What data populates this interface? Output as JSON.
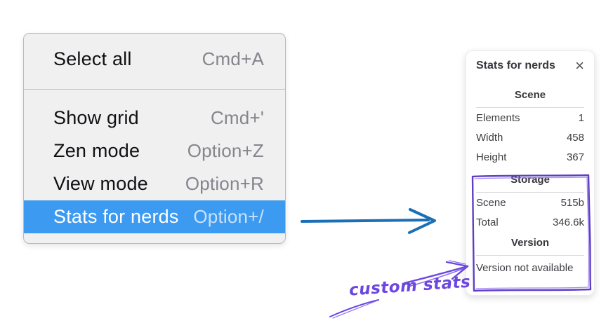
{
  "menu": {
    "items": [
      {
        "label": "Select all",
        "shortcut": "Cmd+A"
      },
      {
        "label": "Show grid",
        "shortcut": "Cmd+'"
      },
      {
        "label": "Zen mode",
        "shortcut": "Option+Z"
      },
      {
        "label": "View mode",
        "shortcut": "Option+R"
      },
      {
        "label": "Stats for nerds",
        "shortcut": "Option+/"
      }
    ],
    "selected_item": "Stats for nerds"
  },
  "stats_panel": {
    "title": "Stats for nerds",
    "close_icon": "×",
    "scene_section": {
      "header": "Scene",
      "rows": [
        {
          "label": "Elements",
          "value": "1"
        },
        {
          "label": "Width",
          "value": "458"
        },
        {
          "label": "Height",
          "value": "367"
        }
      ]
    },
    "storage_section": {
      "header": "Storage",
      "rows": [
        {
          "label": "Scene",
          "value": "515b"
        },
        {
          "label": "Total",
          "value": "346.6k"
        }
      ]
    },
    "version_section": {
      "header": "Version",
      "note": "Version not available"
    }
  },
  "annotation": {
    "label": "custom stats"
  },
  "colors": {
    "menu_highlight": "#3d9af1",
    "arrow_blue": "#1b6fb4",
    "annotation_purple": "#5f3dc4",
    "annotation_purple_light": "#8a6ff0"
  }
}
